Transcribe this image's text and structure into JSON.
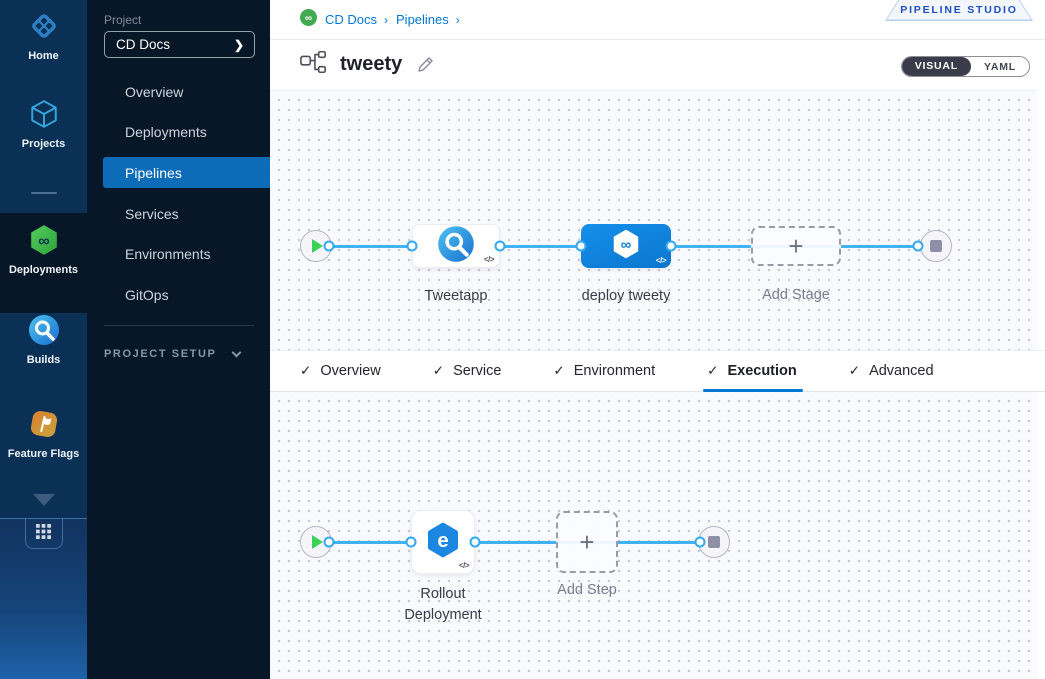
{
  "module_nav": {
    "items": [
      {
        "label": "Home",
        "selected": false
      },
      {
        "label": "Projects",
        "selected": false
      },
      {
        "label": "Deployments",
        "selected": true
      },
      {
        "label": "Builds",
        "selected": false
      },
      {
        "label": "Feature Flags",
        "selected": false
      }
    ]
  },
  "project_nav": {
    "section_label": "Project",
    "project_name": "CD Docs",
    "select_caret": "❯",
    "items": [
      "Overview",
      "Deployments",
      "Pipelines",
      "Services",
      "Environments",
      "GitOps"
    ],
    "selected_item": "Pipelines",
    "setup_label": "PROJECT SETUP"
  },
  "header": {
    "breadcrumbs": [
      "CD Docs",
      "Pipelines"
    ],
    "breadcrumb_separator": "›",
    "pipeline_name": "tweety",
    "studio_badge": "PIPELINE STUDIO",
    "view_toggle": {
      "visual": "VISUAL",
      "yaml": "YAML",
      "selected": "VISUAL"
    }
  },
  "stage_canvas": {
    "stages": [
      {
        "name": "Tweetapp",
        "type": "build",
        "selected": false
      },
      {
        "name": "deploy tweety",
        "type": "deploy",
        "selected": true
      }
    ],
    "add_stage_label": "Add Stage",
    "plus_glyph": "+",
    "code_glyph": "</>"
  },
  "tabs": {
    "check_glyph": "✓",
    "items": [
      "Overview",
      "Service",
      "Environment",
      "Execution",
      "Advanced"
    ],
    "selected": "Execution"
  },
  "execution_canvas": {
    "steps": [
      {
        "name": "Rollout Deployment",
        "type": "rollout"
      }
    ],
    "add_step_label": "Add Step",
    "plus_glyph": "+",
    "code_glyph": "</>"
  },
  "icons": {
    "infinity": "∞",
    "rollout_letter": "e"
  },
  "colors": {
    "accent_blue": "#0278d5",
    "sidebar_selected_blue": "#0c6cb7",
    "connector_blue": "#41b3f4",
    "selected_stage_blue": "#0f87e2",
    "cd_green": "#3fae4e",
    "rail_navy": "#0b3055",
    "panel_dark": "#081727",
    "play_green": "#3ed158"
  }
}
